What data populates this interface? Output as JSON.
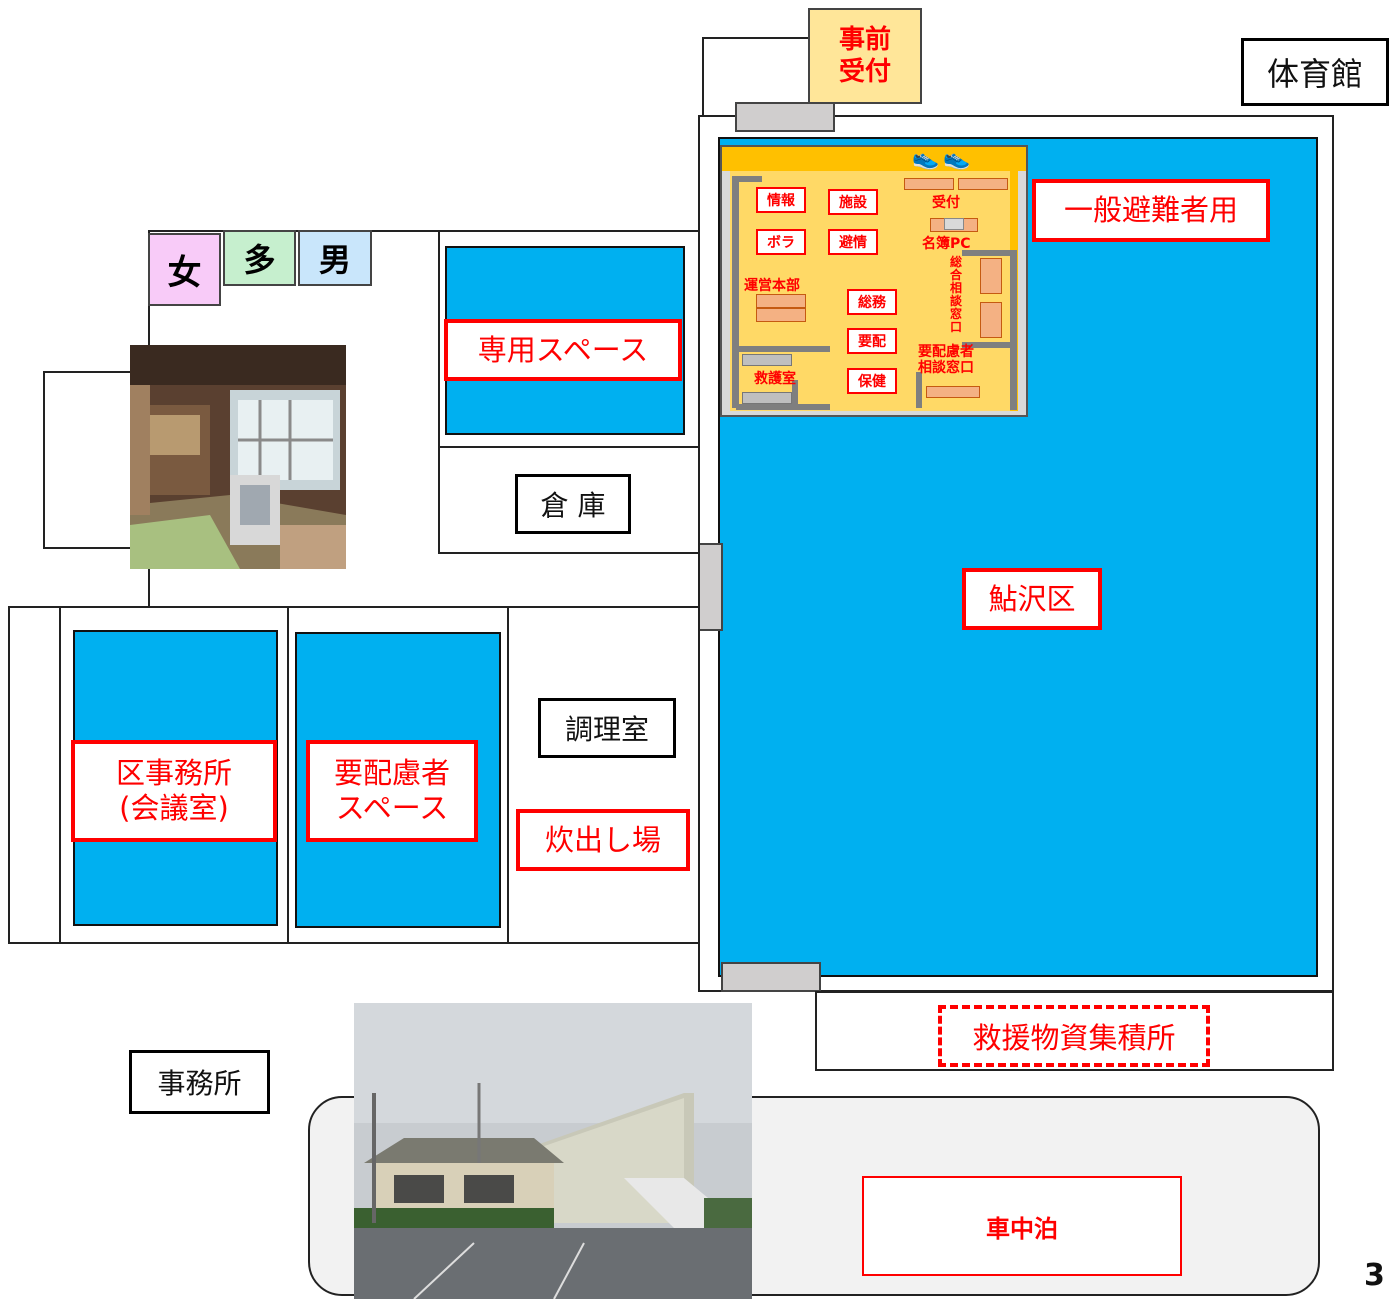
{
  "labels": {
    "pre_reception": [
      "事前",
      "受付"
    ],
    "gym": "体育館",
    "toilet_women": "女",
    "toilet_multi": "多",
    "toilet_men": "男",
    "general_evacuee": "一般避難者用",
    "exclusive_space": "専用スペース",
    "storage": "倉 庫",
    "ayuzawa": "鮎沢区",
    "ward_office": [
      "区事務所",
      "(会議室)"
    ],
    "care_space": [
      "要配慮者",
      "スペース"
    ],
    "kitchen": "調理室",
    "cooking_site": "炊出し場",
    "relief_collection": "救援物資集積所",
    "office": "事務所",
    "car_stay": "車中泊",
    "page_number": "3"
  },
  "hq": {
    "info": "情報",
    "facility": "施設",
    "reception": "受付",
    "volunteer": "ボラ",
    "evac_info": "避情",
    "roster_pc": "名簿PC",
    "headquarters": "運営本部",
    "general_affairs": "総務",
    "consult_vertical": "総合相談窓口",
    "care_support": "要配",
    "rescue_room": "救護室",
    "health": "保健",
    "care_consult": [
      "要配慮者",
      "相談窓口"
    ]
  },
  "colors": {
    "space_blue": "#00b0f0",
    "hq_yellow": "#ffd966",
    "hq_border": "#ffc000",
    "label_red": "#ff0000",
    "women": "#f8cbf8",
    "multi": "#c6efce",
    "men": "#c9e6fb",
    "reception_yellow": "#ffe699"
  },
  "photos": {
    "interior_photo": "tatami-room-photo",
    "exterior_photo": "building-exterior-photo"
  }
}
